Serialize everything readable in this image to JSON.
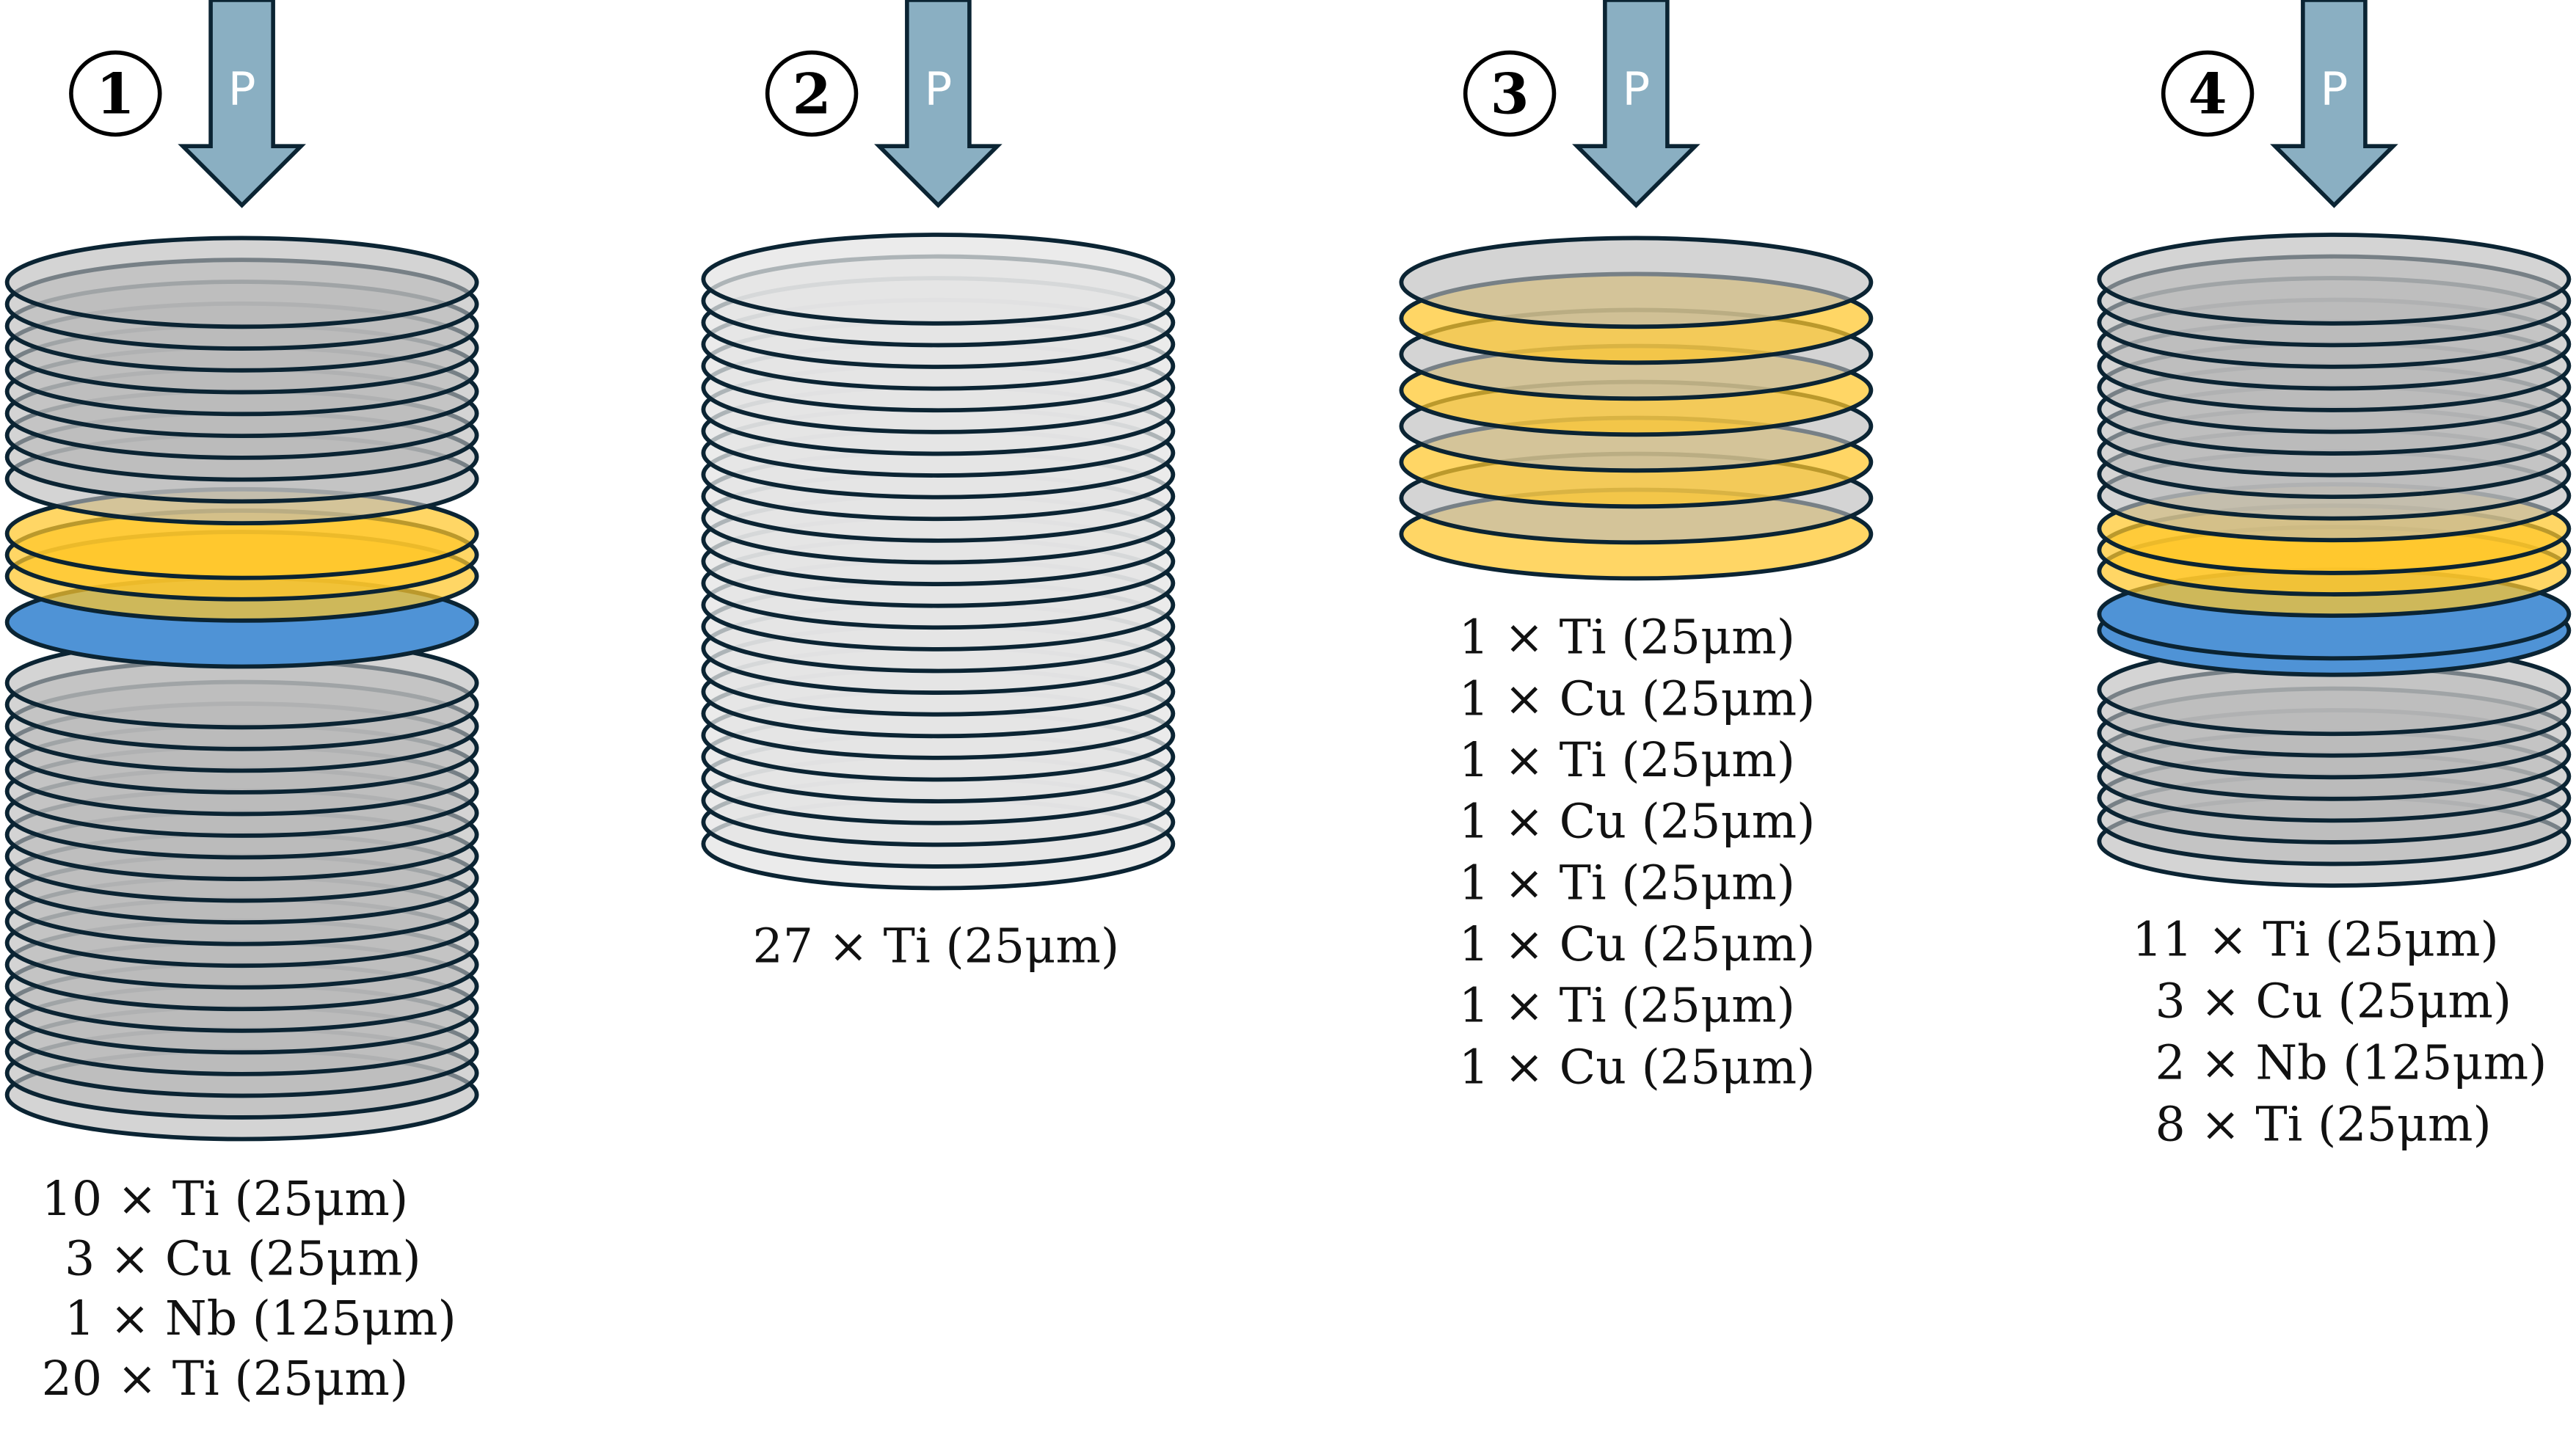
{
  "pressure_label": "P",
  "colors": {
    "Ti": "#bdbdbd",
    "Ti_light": "#e4e4e4",
    "Cu": "#ffc629",
    "Nb": "#4f93d6",
    "stroke": "#0b2433",
    "arrow": "#8aafc2"
  },
  "stacks": [
    {
      "number": "1",
      "layers": [
        {
          "material": "Ti",
          "count": 10
        },
        {
          "material": "Cu",
          "count": 3
        },
        {
          "material": "Nb",
          "count": 1
        },
        {
          "material": "Ti",
          "count": 20
        }
      ],
      "lines": [
        "10 × Ti (25μm)",
        "3 × Cu (25μm)",
        "1 × Nb (125μm)",
        "20 × Ti (25μm)"
      ]
    },
    {
      "number": "2",
      "layers": [
        {
          "material": "Ti",
          "count": 27
        }
      ],
      "lines": [
        "27 × Ti  (25μm)"
      ]
    },
    {
      "number": "3",
      "layers": [
        {
          "material": "Ti",
          "count": 1
        },
        {
          "material": "Cu",
          "count": 1
        },
        {
          "material": "Ti",
          "count": 1
        },
        {
          "material": "Cu",
          "count": 1
        },
        {
          "material": "Ti",
          "count": 1
        },
        {
          "material": "Cu",
          "count": 1
        },
        {
          "material": "Ti",
          "count": 1
        },
        {
          "material": "Cu",
          "count": 1
        }
      ],
      "lines": [
        "1 × Ti  (25μm)",
        "1 × Cu  (25μm)",
        "1 × Ti  (25μm)",
        "1 × Cu  (25μm)",
        "1 × Ti  (25μm)",
        "1 × Cu  (25μm)",
        "1 × Ti  (25μm)",
        "1 × Cu  (25μm)"
      ]
    },
    {
      "number": "4",
      "layers": [
        {
          "material": "Ti",
          "count": 11
        },
        {
          "material": "Cu",
          "count": 3
        },
        {
          "material": "Nb",
          "count": 2
        },
        {
          "material": "Ti",
          "count": 8
        }
      ],
      "lines": [
        "11 × Ti  (25μm)",
        "3 × Cu  (25μm)",
        "2 × Nb  (125μm)",
        "8 × Ti  (25μm)"
      ]
    }
  ]
}
